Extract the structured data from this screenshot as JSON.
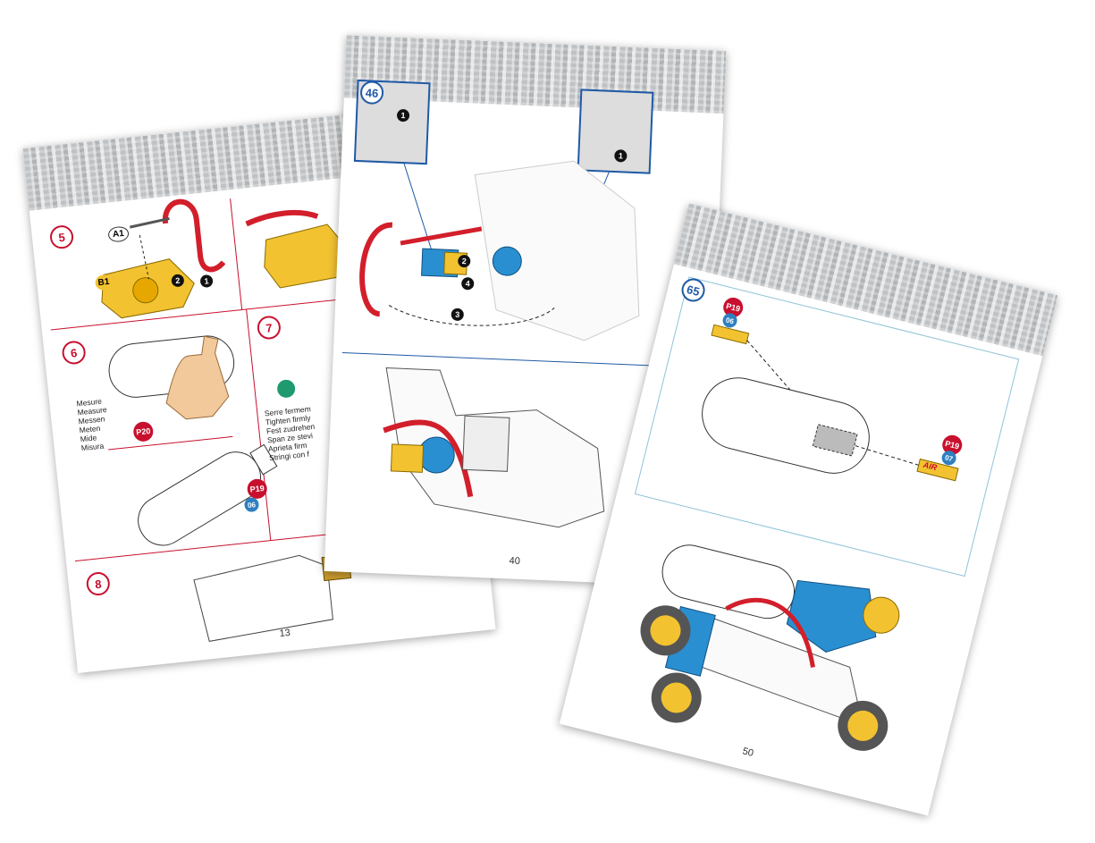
{
  "pages": [
    {
      "page_number": "13",
      "steps": [
        "5",
        "6",
        "7",
        "8"
      ],
      "labels": {
        "a1": "A1",
        "b1": "B1",
        "p20": "P20",
        "p19": "P19",
        "tag_06": "06"
      },
      "arrow_numbers": [
        "1",
        "2"
      ],
      "measure_text": [
        "Mesure",
        "Measure",
        "Messen",
        "Meten",
        "Mide",
        "Misura"
      ],
      "tighten_text": [
        "Serre fermem",
        "Tighten firmly",
        "Fest zudrehen",
        "Span ze stevi",
        "Aprieta firm",
        "Stringi con f"
      ]
    },
    {
      "page_number": "40",
      "step": "46",
      "arrow_numbers": [
        "1",
        "1",
        "2",
        "3",
        "4"
      ]
    },
    {
      "page_number": "50",
      "step": "65",
      "labels": {
        "p19_a": "P19",
        "tag_a": "06",
        "p19_b": "P19",
        "tag_b": "07",
        "sticker": "AIR"
      }
    }
  ],
  "colors": {
    "red": "#c8102e",
    "blue": "#1f5aa6",
    "yellow": "#f2b705",
    "tube_red": "#d21f2b",
    "part_blue": "#2a8fd0"
  }
}
